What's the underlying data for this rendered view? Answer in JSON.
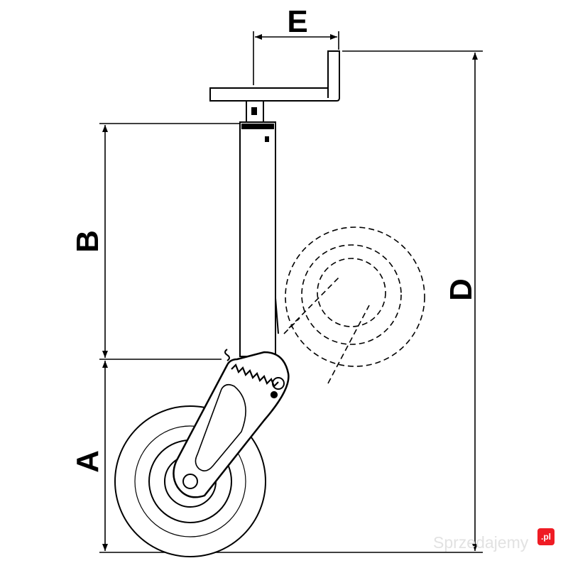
{
  "dimensions": {
    "E": "E",
    "B": "B",
    "A": "A",
    "D": "D"
  },
  "watermark": {
    "text": "Sprzedajemy",
    "badge": ".pl"
  },
  "colors": {
    "line": "#000000",
    "part_fill": "#ffffff",
    "watermark": "#e2e2e2",
    "watermark_badge": "#ef1c24"
  }
}
